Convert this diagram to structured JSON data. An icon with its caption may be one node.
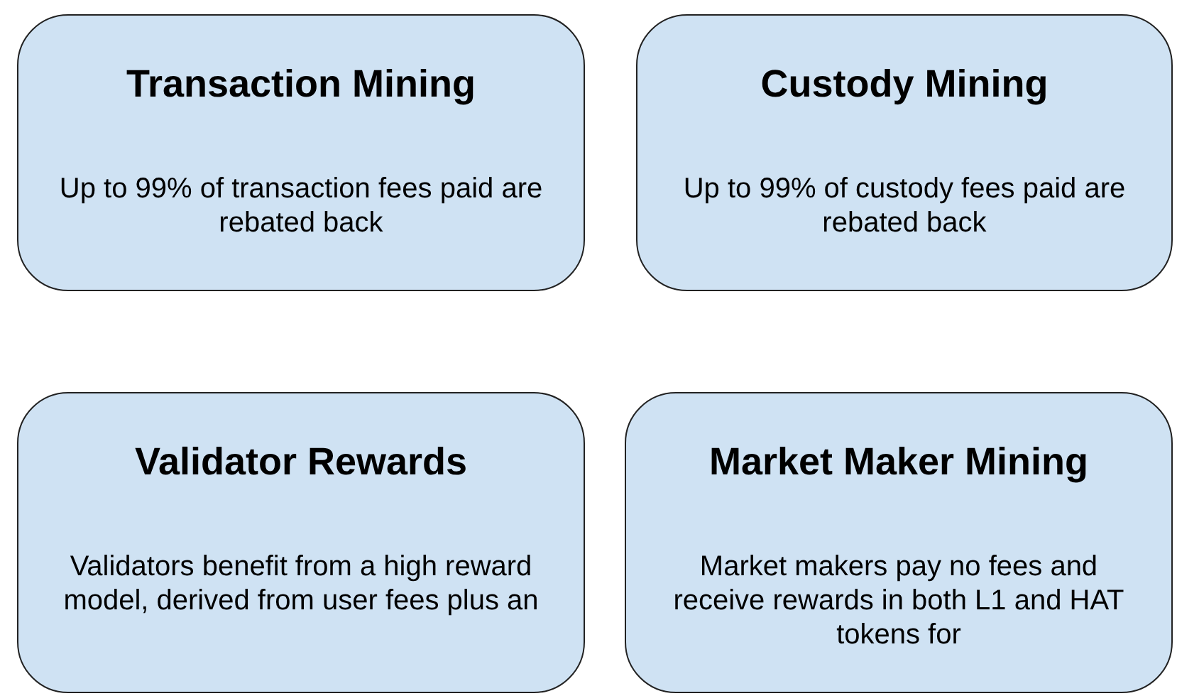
{
  "diagram": {
    "nodes": [
      {
        "text": [
          "Transaction Mining",
          "Up to 99% of transaction fees paid are rebated back"
        ]
      },
      {
        "text": [
          "Custody Mining",
          "Up to 99% of custody fees paid are rebated back"
        ]
      },
      {
        "text": [
          "Validator Rewards",
          "Validators benefit from a high reward model, derived from user fees plus an"
        ]
      },
      {
        "text": [
          "Market Maker Mining",
          "Market makers pay no fees and receive rewards in both L1 and HAT tokens for"
        ]
      }
    ]
  }
}
